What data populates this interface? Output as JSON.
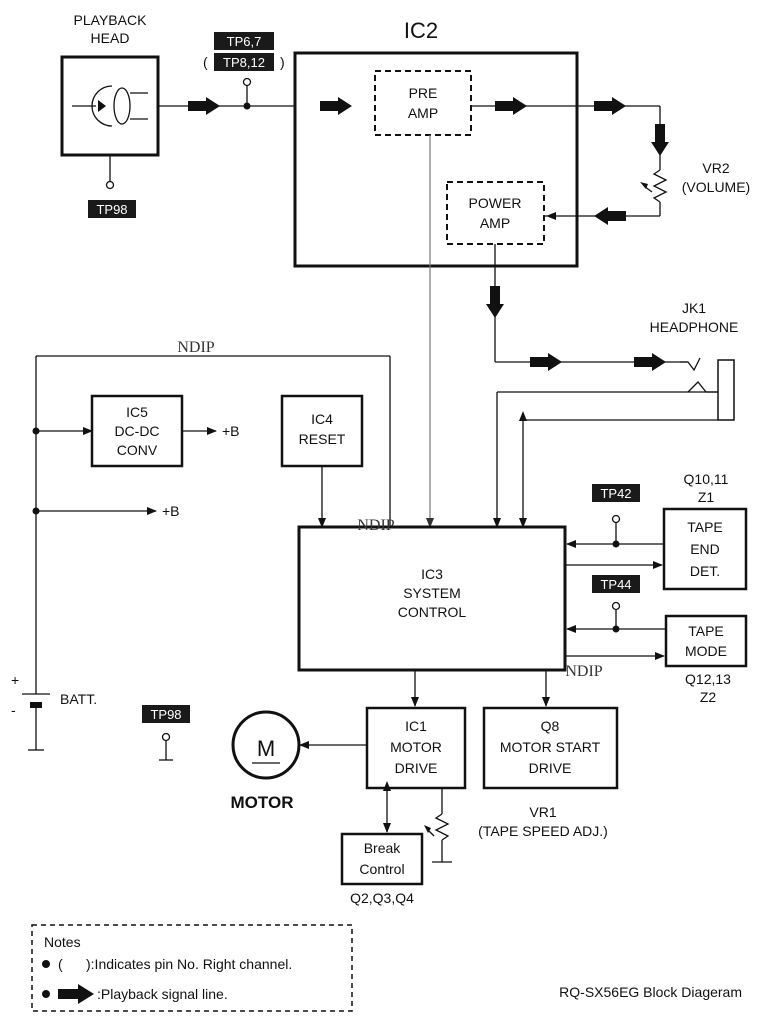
{
  "blocks": {
    "playback_head": [
      "PLAYBACK",
      "HEAD"
    ],
    "ic2": "IC2",
    "pre_amp": [
      "PRE",
      "AMP"
    ],
    "power_amp": [
      "POWER",
      "AMP"
    ],
    "vr2": [
      "VR2",
      "(VOLUME)"
    ],
    "jk1": [
      "JK1",
      "HEADPHONE"
    ],
    "ic5": [
      "IC5",
      "DC-DC",
      "CONV"
    ],
    "ic4": [
      "IC4",
      "RESET"
    ],
    "ic3": [
      "IC3",
      "SYSTEM",
      "CONTROL"
    ],
    "tape_end": [
      "TAPE",
      "END",
      "DET."
    ],
    "tape_mode": [
      "TAPE",
      "MODE"
    ],
    "q10": [
      "Q10,11",
      "Z1"
    ],
    "q12": [
      "Q12,13",
      "Z2"
    ],
    "ic1": [
      "IC1",
      "MOTOR",
      "DRIVE"
    ],
    "q8": [
      "Q8",
      "MOTOR START",
      "DRIVE"
    ],
    "break_control": [
      "Break",
      "Control"
    ],
    "q2": "Q2,Q3,Q4",
    "vr1": [
      "VR1",
      "(TAPE SPEED ADJ.)"
    ],
    "motor_symbol": "M",
    "motor_label": "MOTOR",
    "batt": "BATT.",
    "plus_b_1": "+B",
    "plus_b_2": "+B",
    "batt_plus": "+",
    "batt_minus": "-"
  },
  "signals": {
    "ndip_top": "NDIP",
    "ndip_ic3": "NDIP",
    "ndip_right": "NDIP"
  },
  "test_points": {
    "tp6_7": "TP6,7",
    "tp8_12": "TP8,12",
    "tp8_12_open": "(",
    "tp8_12_close": ")",
    "tp98_head": "TP98",
    "tp98_left": "TP98",
    "tp42": "TP42",
    "tp44": "TP44"
  },
  "notes": {
    "title": "Notes",
    "line1": "(      ):Indicates pin No. Right channel.",
    "line2": ":Playback signal line."
  },
  "footer_title": "RQ-SX56EG Block Diageram"
}
